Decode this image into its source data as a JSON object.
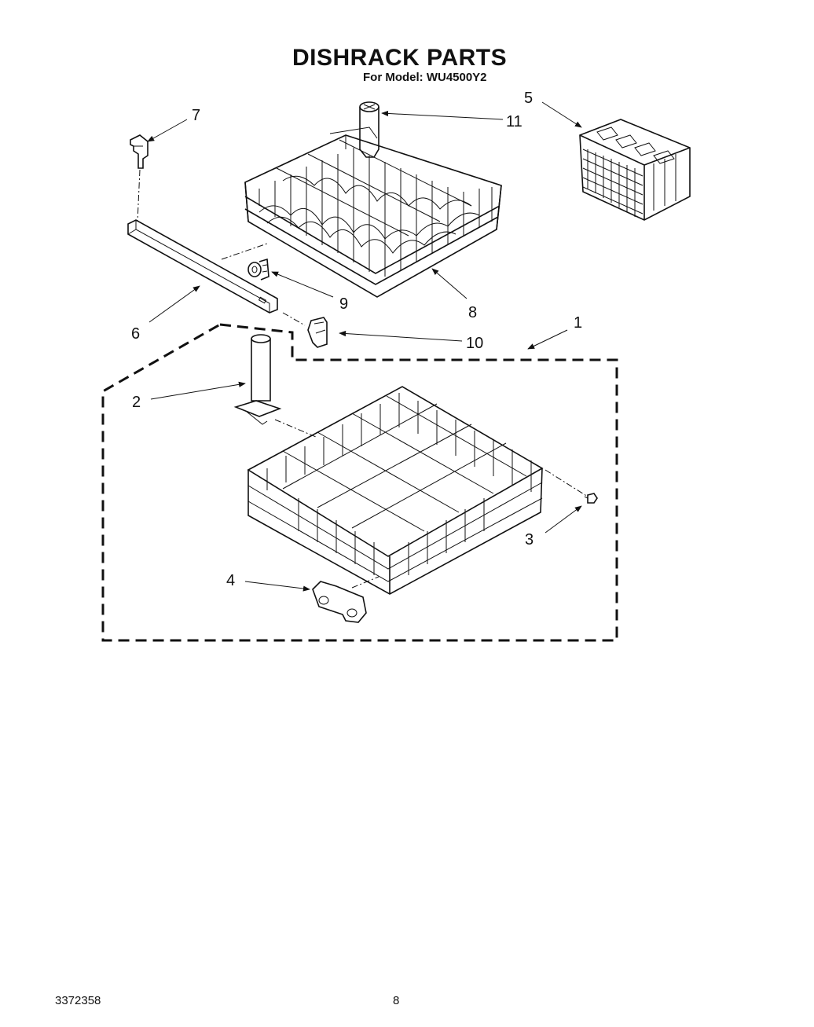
{
  "header": {
    "title": "DISHRACK PARTS",
    "subtitle": "For Model: WU4500Y2"
  },
  "callouts": [
    "1",
    "2",
    "3",
    "4",
    "5",
    "6",
    "7",
    "8",
    "9",
    "10",
    "11"
  ],
  "footer": {
    "doc_number": "3372358",
    "page_number": "8"
  }
}
